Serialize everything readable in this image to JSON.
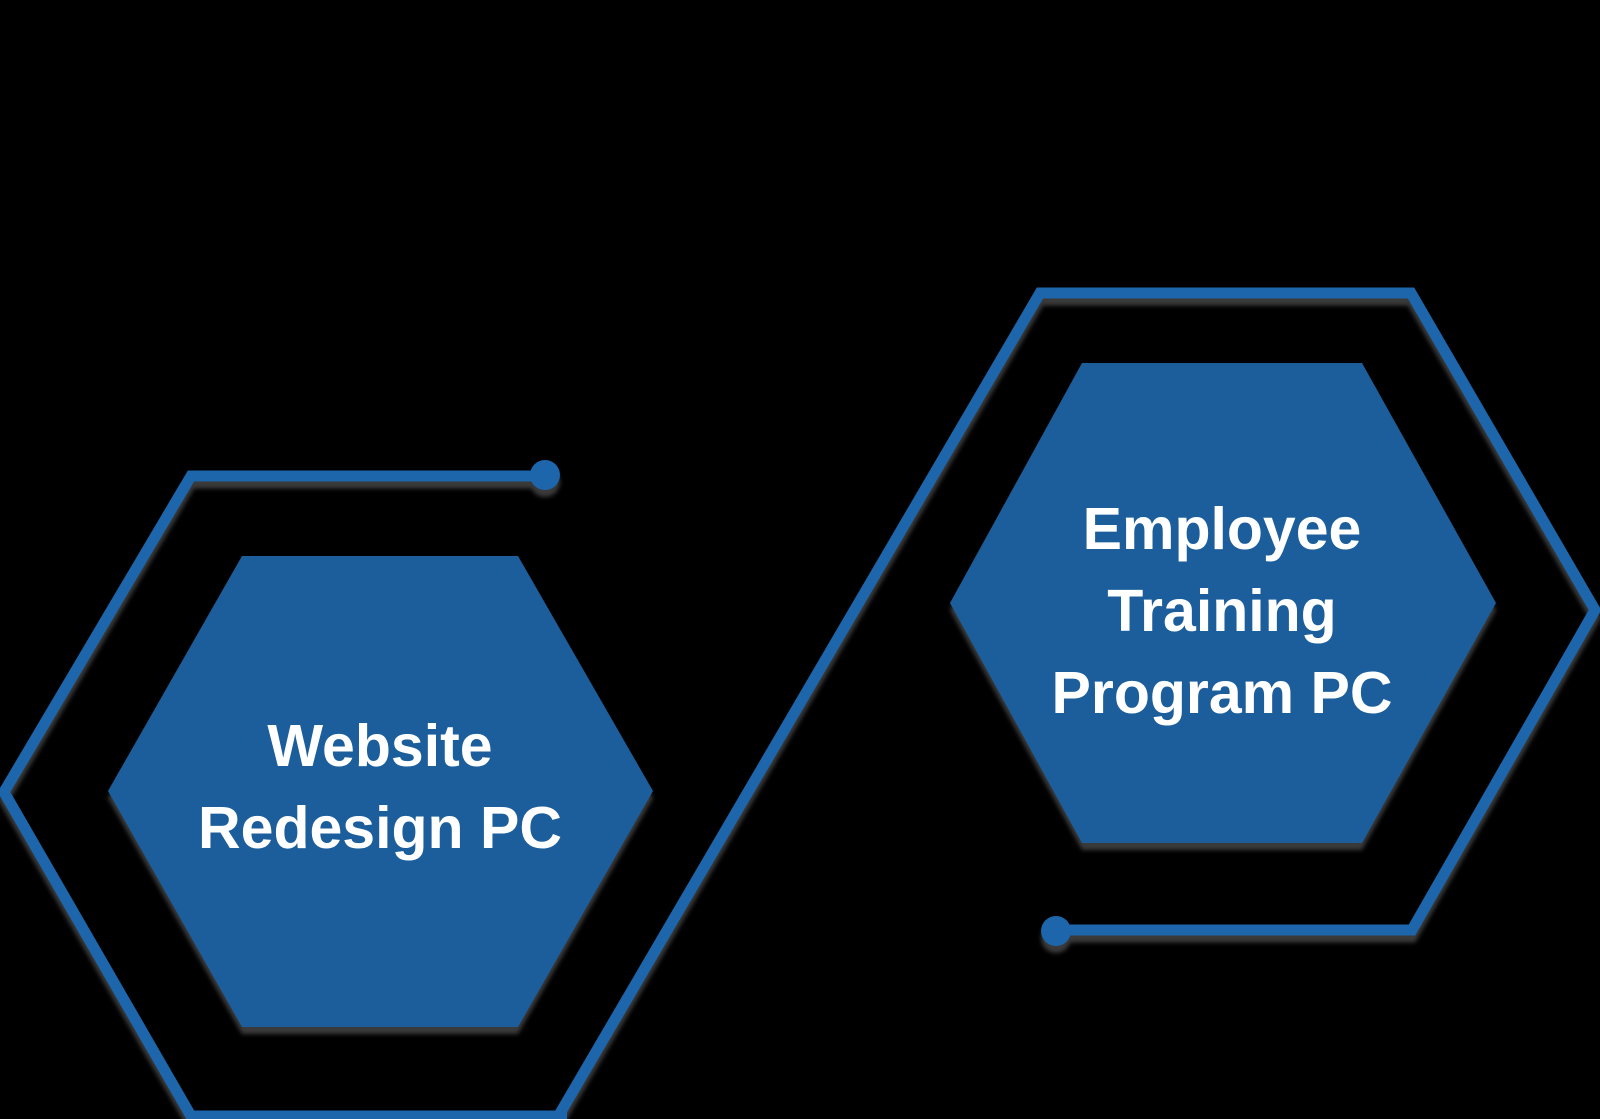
{
  "diagram": {
    "background_color": "#000000",
    "fill_color": "#1B5E9B",
    "line_color": "#1D66AB",
    "text_color": "#FFFFFF",
    "shadow_color": "#737373",
    "nodes": [
      {
        "id": "website-redesign-pc",
        "lines": [
          "Website",
          "Redesign PC"
        ]
      },
      {
        "id": "employee-training-program-pc",
        "lines": [
          "Employee",
          "Training",
          "Program PC"
        ]
      }
    ]
  }
}
